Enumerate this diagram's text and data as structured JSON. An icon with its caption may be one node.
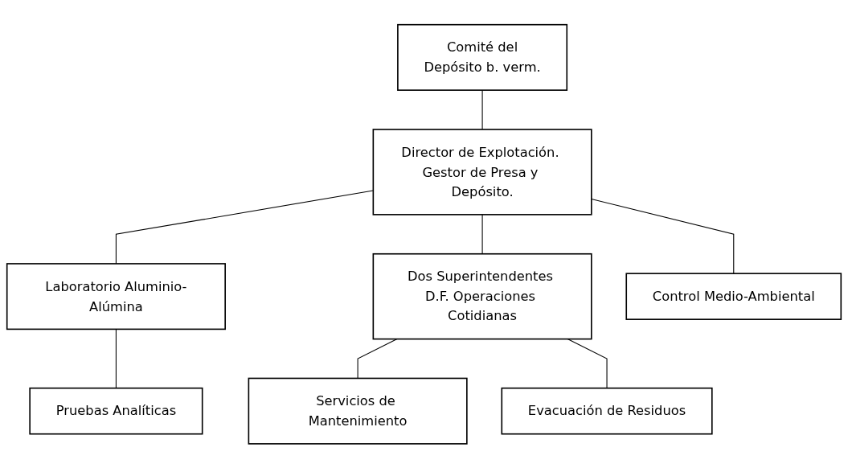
{
  "diagram": {
    "nodes": [
      {
        "text": [
          "Comité del",
          "Depósito b. verm."
        ]
      },
      {
        "text": [
          "Director de Explotación. Gestor de Presa y Depósito."
        ]
      },
      {
        "text": [
          "Laboratorio Aluminio-Alúmina"
        ]
      },
      {
        "text": [
          "Dos Superintendentes D.F. Operaciones Cotidianas"
        ]
      },
      {
        "text": [
          "Control Medio-Ambiental"
        ]
      },
      {
        "text": [
          "Servicios de Mantenimiento"
        ]
      },
      {
        "text": [
          "Evacuación de Residuos"
        ]
      },
      {
        "text": [
          "Pruebas Analíticas"
        ]
      }
    ],
    "edges": [
      {
        "from": 0,
        "to": 1,
        "arrow": "none"
      },
      {
        "from": 1,
        "to": 2,
        "arrow": "none"
      },
      {
        "from": 1,
        "to": 3,
        "arrow": "none"
      },
      {
        "from": 1,
        "to": 4,
        "arrow": "none"
      },
      {
        "from": 3,
        "to": 5,
        "arrow": "none"
      },
      {
        "from": 3,
        "to": 6,
        "arrow": "none"
      },
      {
        "from": 2,
        "to": 7,
        "arrow": "none"
      }
    ]
  }
}
